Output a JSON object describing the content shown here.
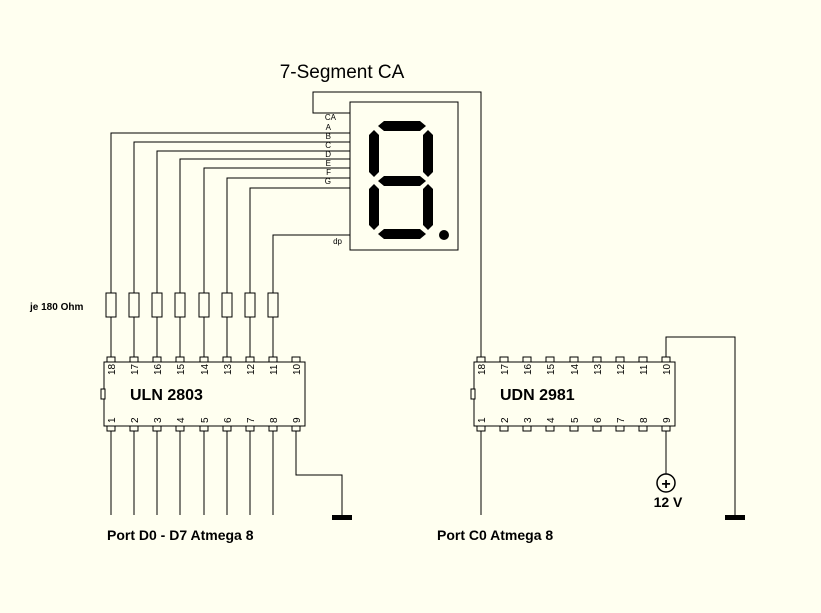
{
  "title": "7-Segment CA",
  "resistor_label": "je 180 Ohm",
  "segment_labels": [
    "CA",
    "A",
    "B",
    "C",
    "D",
    "E",
    "F",
    "G",
    "dp"
  ],
  "chip_left": {
    "name": "ULN 2803",
    "top_pins": [
      "18",
      "17",
      "16",
      "15",
      "14",
      "13",
      "12",
      "11",
      "10"
    ],
    "bottom_pins": [
      "1",
      "2",
      "3",
      "4",
      "5",
      "6",
      "7",
      "8",
      "9"
    ]
  },
  "chip_right": {
    "name": "UDN 2981",
    "top_pins": [
      "18",
      "17",
      "16",
      "15",
      "14",
      "13",
      "12",
      "11",
      "10"
    ],
    "bottom_pins": [
      "1",
      "2",
      "3",
      "4",
      "5",
      "6",
      "7",
      "8",
      "9"
    ]
  },
  "port_left_label": "Port D0 - D7 Atmega 8",
  "port_right_label": "Port C0 Atmega 8",
  "supply_label": "12 V",
  "supply_symbol": "+"
}
